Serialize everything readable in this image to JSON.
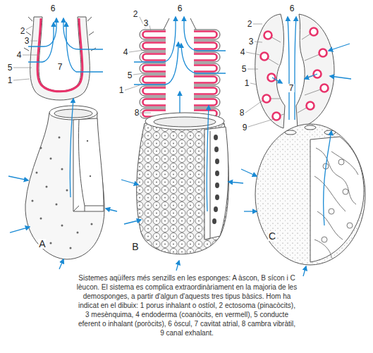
{
  "diagram": {
    "caption": "Sistemes aqüífers més senzills en les esponges: A àscon, B sícon i C lèucon. El sistema es complica extraordinàriament en la majoria de les demosponges, a partir d'algun d'aquests tres tipus bàsics. Hom ha indicat en el dibuix: 1 porus inhalant o ostíol, 2 ectosoma (pinacòcits), 3 mesènquima, 4 endoderma (coanòcits, en vermell), 5 conducte eferent o inhalant (poròcits), 6 òscul, 7 cavitat atrial, 8 cambra vibràtil, 9 canal exhalant.",
    "labels": [
      "6",
      "2",
      "3",
      "4",
      "5",
      "1",
      "7",
      "2",
      "3",
      "6",
      "4",
      "5",
      "1",
      "8",
      "2",
      "6",
      "3",
      "4",
      "5",
      "1",
      "7",
      "8",
      "9",
      "A",
      "B",
      "C"
    ]
  }
}
